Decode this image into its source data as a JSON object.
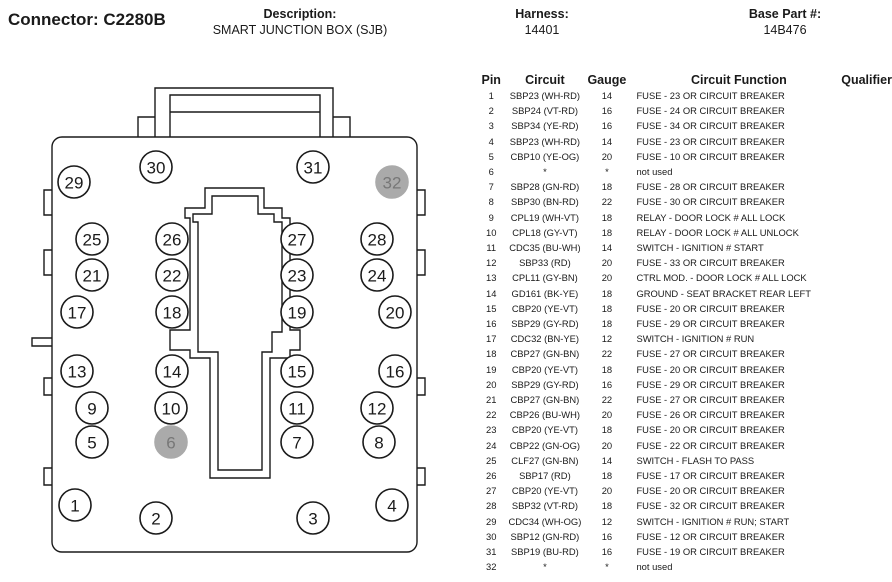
{
  "header": {
    "connector": "Connector: C2280B",
    "description_label": "Description:",
    "description_value": "SMART JUNCTION BOX (SJB)",
    "harness_label": "Harness:",
    "harness_value": "14401",
    "base_part_label": "Base Part #:",
    "base_part_value": "14B476"
  },
  "table": {
    "headers": {
      "pin": "Pin",
      "circuit": "Circuit",
      "gauge": "Gauge",
      "function": "Circuit Function",
      "qualifier": "Qualifier"
    },
    "rows": [
      {
        "pin": "1",
        "circuit": "SBP23 (WH-RD)",
        "gauge": "14",
        "function": "FUSE - 23 OR CIRCUIT BREAKER",
        "qualifier": ""
      },
      {
        "pin": "2",
        "circuit": "SBP24 (VT-RD)",
        "gauge": "16",
        "function": "FUSE - 24 OR CIRCUIT BREAKER",
        "qualifier": ""
      },
      {
        "pin": "3",
        "circuit": "SBP34 (YE-RD)",
        "gauge": "16",
        "function": "FUSE - 34 OR CIRCUIT BREAKER",
        "qualifier": ""
      },
      {
        "pin": "4",
        "circuit": "SBP23 (WH-RD)",
        "gauge": "14",
        "function": "FUSE - 23 OR CIRCUIT BREAKER",
        "qualifier": ""
      },
      {
        "pin": "5",
        "circuit": "CBP10 (YE-OG)",
        "gauge": "20",
        "function": "FUSE - 10 OR CIRCUIT BREAKER",
        "qualifier": ""
      },
      {
        "pin": "6",
        "circuit": "*",
        "gauge": "*",
        "function": "not used",
        "qualifier": ""
      },
      {
        "pin": "7",
        "circuit": "SBP28 (GN-RD)",
        "gauge": "18",
        "function": "FUSE - 28 OR CIRCUIT BREAKER",
        "qualifier": ""
      },
      {
        "pin": "8",
        "circuit": "SBP30 (BN-RD)",
        "gauge": "22",
        "function": "FUSE - 30 OR CIRCUIT BREAKER",
        "qualifier": ""
      },
      {
        "pin": "9",
        "circuit": "CPL19 (WH-VT)",
        "gauge": "18",
        "function": "RELAY - DOOR LOCK # ALL LOCK",
        "qualifier": ""
      },
      {
        "pin": "10",
        "circuit": "CPL18 (GY-VT)",
        "gauge": "18",
        "function": "RELAY - DOOR LOCK # ALL UNLOCK",
        "qualifier": ""
      },
      {
        "pin": "11",
        "circuit": "CDC35 (BU-WH)",
        "gauge": "14",
        "function": "SWITCH - IGNITION # START",
        "qualifier": ""
      },
      {
        "pin": "12",
        "circuit": "SBP33 (RD)",
        "gauge": "20",
        "function": "FUSE - 33 OR CIRCUIT BREAKER",
        "qualifier": ""
      },
      {
        "pin": "13",
        "circuit": "CPL11 (GY-BN)",
        "gauge": "20",
        "function": "CTRL MOD. - DOOR LOCK # ALL LOCK",
        "qualifier": ""
      },
      {
        "pin": "14",
        "circuit": "GD161 (BK-YE)",
        "gauge": "18",
        "function": "GROUND - SEAT BRACKET REAR LEFT",
        "qualifier": ""
      },
      {
        "pin": "15",
        "circuit": "CBP20 (YE-VT)",
        "gauge": "18",
        "function": "FUSE - 20 OR CIRCUIT BREAKER",
        "qualifier": ""
      },
      {
        "pin": "16",
        "circuit": "SBP29 (GY-RD)",
        "gauge": "18",
        "function": "FUSE - 29 OR CIRCUIT BREAKER",
        "qualifier": ""
      },
      {
        "pin": "17",
        "circuit": "CDC32 (BN-YE)",
        "gauge": "12",
        "function": "SWITCH - IGNITION # RUN",
        "qualifier": ""
      },
      {
        "pin": "18",
        "circuit": "CBP27 (GN-BN)",
        "gauge": "22",
        "function": "FUSE - 27 OR CIRCUIT BREAKER",
        "qualifier": ""
      },
      {
        "pin": "19",
        "circuit": "CBP20 (YE-VT)",
        "gauge": "18",
        "function": "FUSE - 20 OR CIRCUIT BREAKER",
        "qualifier": ""
      },
      {
        "pin": "20",
        "circuit": "SBP29 (GY-RD)",
        "gauge": "16",
        "function": "FUSE - 29 OR CIRCUIT BREAKER",
        "qualifier": ""
      },
      {
        "pin": "21",
        "circuit": "CBP27 (GN-BN)",
        "gauge": "22",
        "function": "FUSE - 27 OR CIRCUIT BREAKER",
        "qualifier": ""
      },
      {
        "pin": "22",
        "circuit": "CBP26 (BU-WH)",
        "gauge": "20",
        "function": "FUSE - 26 OR CIRCUIT BREAKER",
        "qualifier": ""
      },
      {
        "pin": "23",
        "circuit": "CBP20 (YE-VT)",
        "gauge": "18",
        "function": "FUSE - 20 OR CIRCUIT BREAKER",
        "qualifier": ""
      },
      {
        "pin": "24",
        "circuit": "CBP22 (GN-OG)",
        "gauge": "20",
        "function": "FUSE - 22 OR CIRCUIT BREAKER",
        "qualifier": ""
      },
      {
        "pin": "25",
        "circuit": "CLF27 (GN-BN)",
        "gauge": "14",
        "function": "SWITCH - FLASH TO PASS",
        "qualifier": ""
      },
      {
        "pin": "26",
        "circuit": "SBP17 (RD)",
        "gauge": "18",
        "function": "FUSE - 17 OR CIRCUIT BREAKER",
        "qualifier": ""
      },
      {
        "pin": "27",
        "circuit": "CBP20 (YE-VT)",
        "gauge": "20",
        "function": "FUSE - 20 OR CIRCUIT BREAKER",
        "qualifier": ""
      },
      {
        "pin": "28",
        "circuit": "SBP32 (VT-RD)",
        "gauge": "18",
        "function": "FUSE - 32 OR CIRCUIT BREAKER",
        "qualifier": ""
      },
      {
        "pin": "29",
        "circuit": "CDC34 (WH-OG)",
        "gauge": "12",
        "function": "SWITCH - IGNITION # RUN; START",
        "qualifier": ""
      },
      {
        "pin": "30",
        "circuit": "SBP12 (GN-RD)",
        "gauge": "16",
        "function": "FUSE - 12 OR CIRCUIT BREAKER",
        "qualifier": ""
      },
      {
        "pin": "31",
        "circuit": "SBP19 (BU-RD)",
        "gauge": "16",
        "function": "FUSE - 19 OR CIRCUIT BREAKER",
        "qualifier": ""
      },
      {
        "pin": "32",
        "circuit": "*",
        "gauge": "*",
        "function": "not used",
        "qualifier": ""
      }
    ]
  },
  "diagram": {
    "pins": [
      {
        "label": "1",
        "used": true
      },
      {
        "label": "2",
        "used": true
      },
      {
        "label": "3",
        "used": true
      },
      {
        "label": "4",
        "used": true
      },
      {
        "label": "5",
        "used": true
      },
      {
        "label": "6",
        "used": false
      },
      {
        "label": "7",
        "used": true
      },
      {
        "label": "8",
        "used": true
      },
      {
        "label": "9",
        "used": true
      },
      {
        "label": "10",
        "used": true
      },
      {
        "label": "11",
        "used": true
      },
      {
        "label": "12",
        "used": true
      },
      {
        "label": "13",
        "used": true
      },
      {
        "label": "14",
        "used": true
      },
      {
        "label": "15",
        "used": true
      },
      {
        "label": "16",
        "used": true
      },
      {
        "label": "17",
        "used": true
      },
      {
        "label": "18",
        "used": true
      },
      {
        "label": "19",
        "used": true
      },
      {
        "label": "20",
        "used": true
      },
      {
        "label": "21",
        "used": true
      },
      {
        "label": "22",
        "used": true
      },
      {
        "label": "23",
        "used": true
      },
      {
        "label": "24",
        "used": true
      },
      {
        "label": "25",
        "used": true
      },
      {
        "label": "26",
        "used": true
      },
      {
        "label": "27",
        "used": true
      },
      {
        "label": "28",
        "used": true
      },
      {
        "label": "29",
        "used": true
      },
      {
        "label": "30",
        "used": true
      },
      {
        "label": "31",
        "used": true
      },
      {
        "label": "32",
        "used": false
      }
    ]
  }
}
